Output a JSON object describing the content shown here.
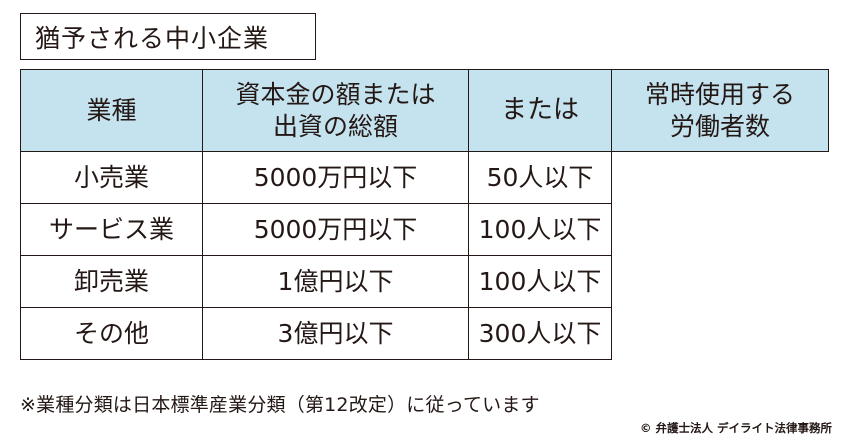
{
  "title": "猶予される中小企業",
  "table": {
    "headers": {
      "industry": "業種",
      "capital_line1": "資本金の額または",
      "capital_line2": "出資の総額",
      "workers_line1": "常時使用する",
      "workers_line2": "労働者数"
    },
    "or_label": "または",
    "rows": [
      {
        "industry": "小売業",
        "capital": "5000万円以下",
        "workers": "50人以下"
      },
      {
        "industry": "サービス業",
        "capital": "5000万円以下",
        "workers": "100人以下"
      },
      {
        "industry": "卸売業",
        "capital": "1億円以下",
        "workers": "100人以下"
      },
      {
        "industry": "その他",
        "capital": "3億円以下",
        "workers": "300人以下"
      }
    ]
  },
  "footnote": "※業種分類は日本標準産業分類（第12改定）に従っています",
  "copyright": "© 弁護士法人 デイライト法律事務所"
}
